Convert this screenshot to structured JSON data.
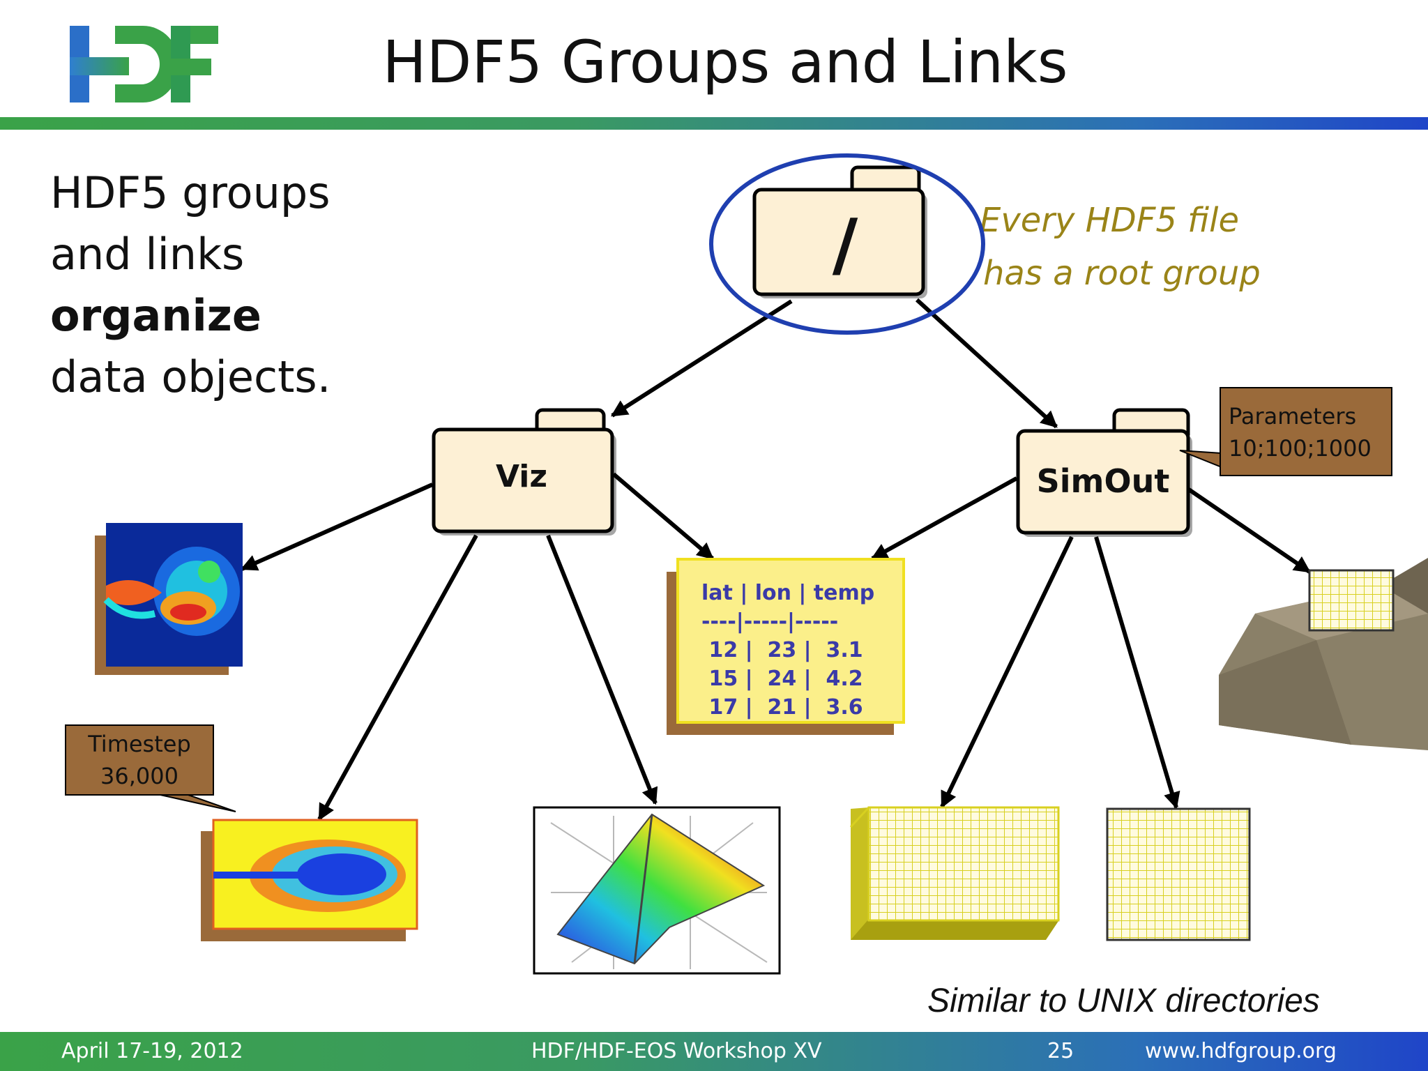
{
  "header": {
    "logo_text": "HDF",
    "title": "HDF5 Groups and Links"
  },
  "intro": {
    "line1": "HDF5 groups",
    "line2": "and links",
    "line3_bold": "organize",
    "line4": "data objects."
  },
  "callout": {
    "line1": "Every HDF5 file",
    "line2": "has a root group"
  },
  "tree": {
    "root_label": "/",
    "group_viz": "Viz",
    "group_simout": "SimOut"
  },
  "parameters_note": {
    "line1": "Parameters",
    "line2": "10;100;1000"
  },
  "timestep_note": {
    "line1": "Timestep",
    "line2": "36,000"
  },
  "table_dataset": {
    "text": "lat | lon | temp\n----|-----|-----\n 12 |  23 |  3.1\n 15 |  24 |  4.2\n 17 |  21 |  3.6"
  },
  "unix_note": "Similar to UNIX directories",
  "footer": {
    "date": "April 17-19, 2012",
    "event": "HDF/HDF-EOS Workshop XV",
    "page": "25",
    "url": "www.hdfgroup.org"
  },
  "colors": {
    "folder_fill": "#fdf0d5",
    "callout_text": "#9a8418",
    "root_ellipse": "#1f3fb0",
    "note_fill": "#9a6a3a",
    "table_text": "#3a3aa8",
    "grid_yellow": "#f2ee4a"
  }
}
